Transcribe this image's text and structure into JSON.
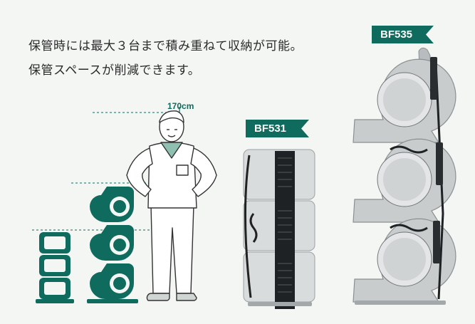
{
  "caption": {
    "line1": "保管時には最大３台まで積み重ねて収納が可能。",
    "line2": "保管スペースが削減できます。"
  },
  "height_label": "170cm",
  "models": {
    "bf535": "BF535",
    "bf531": "BF531"
  },
  "colors": {
    "accent": "#0e6b5d",
    "background": "#f4f6f4",
    "text": "#2b2b2b",
    "device_gray": "#c9cccd"
  },
  "icons": [
    "person-outline-icon",
    "stacked-blower-icon",
    "blower-bf531-photo",
    "blower-bf535-photo"
  ]
}
